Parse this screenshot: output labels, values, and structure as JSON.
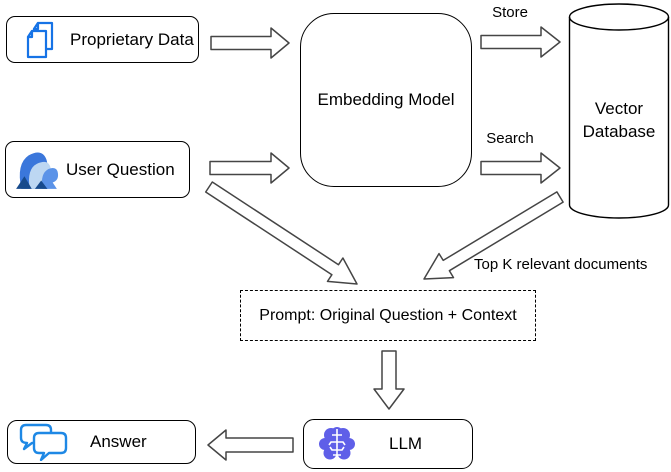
{
  "diagram": {
    "title_hint": "RAG architecture flow diagram",
    "nodes": {
      "proprietary_data": {
        "label": "Proprietary Data",
        "icon": "documents-icon"
      },
      "user_question": {
        "label": "User Question",
        "icon": "users-icon"
      },
      "embedding_model": {
        "label": "Embedding Model"
      },
      "vector_database": {
        "label": "Vector\nDatabase",
        "shape": "cylinder"
      },
      "prompt": {
        "label": "Prompt: Original Question + Context",
        "style": "dashed"
      },
      "llm": {
        "label": "LLM",
        "icon": "brain-icon"
      },
      "answer": {
        "label": "Answer",
        "icon": "chat-bubbles-icon"
      }
    },
    "edge_labels": {
      "store": "Store",
      "search": "Search",
      "top_k": "Top K relevant documents"
    },
    "edges": [
      "proprietary_data -> embedding_model",
      "user_question -> embedding_model",
      "embedding_model -> vector_database (Store)",
      "embedding_model -> vector_database (Search)",
      "user_question -> prompt",
      "vector_database -> prompt (Top K relevant documents)",
      "prompt -> llm",
      "llm -> answer"
    ],
    "colors": {
      "background": "#ffffff",
      "box_border": "#000000",
      "arrow_outline": "#454545",
      "documents_icon_blue": "#1673E6",
      "chat_icon_blue": "#1E88E5",
      "brain_icon_indigo": "#5F5FE8",
      "user_icon_blues": [
        "#3B77DB",
        "#BDD7F2",
        "#5B93E8",
        "#174A8C"
      ]
    }
  }
}
